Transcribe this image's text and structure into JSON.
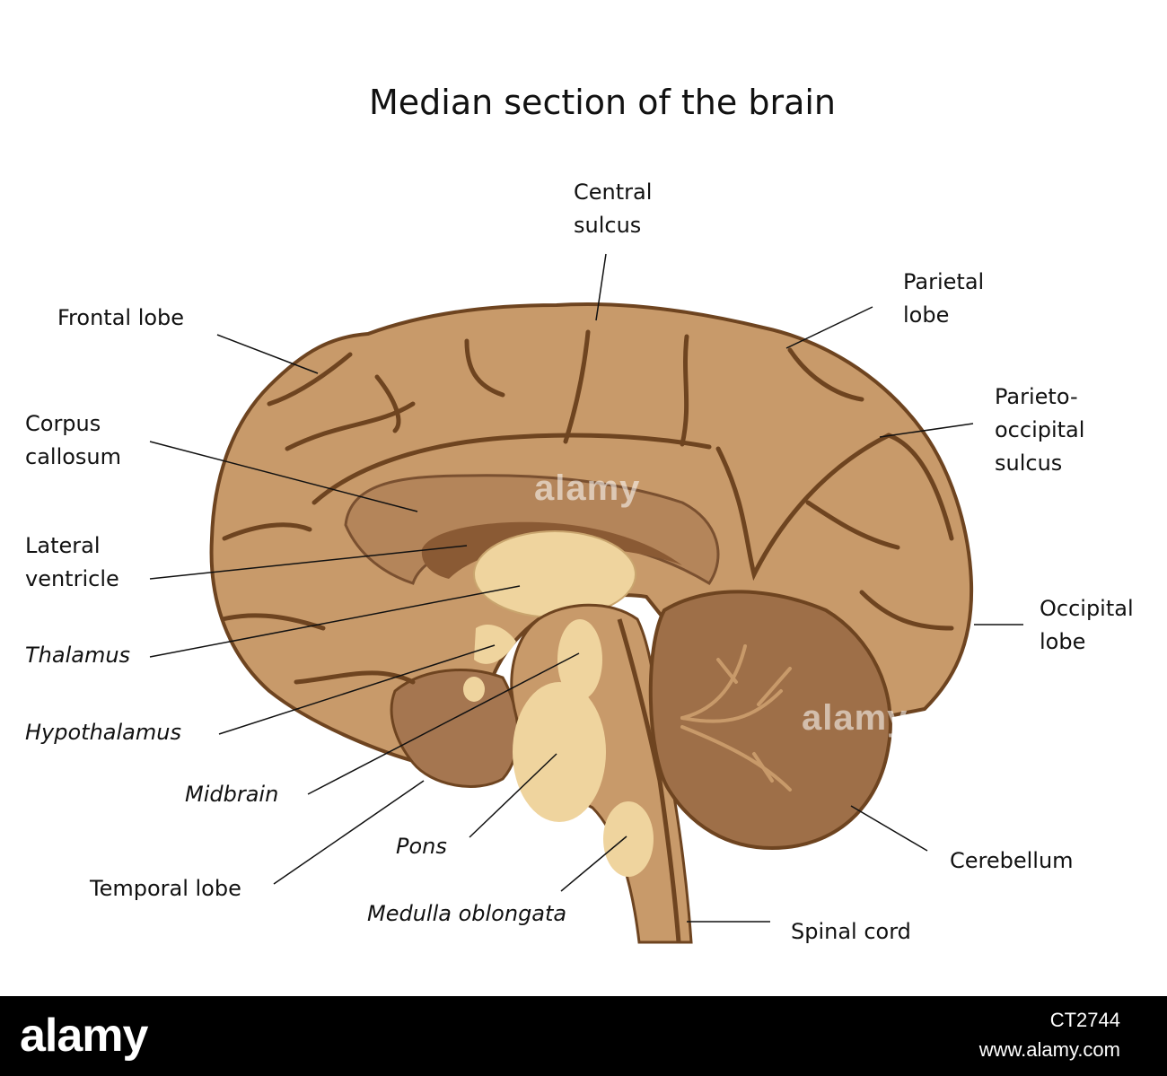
{
  "title": "Median section of the brain",
  "colors": {
    "cortex": "#c89a6a",
    "outline": "#6e4420",
    "dark_brown": "#9a6a42",
    "deep": "#7a5030",
    "cerebellum": "#9e6f48",
    "pale": "#efd49e",
    "footer_bg": "#000000"
  },
  "labels": {
    "central_sulcus": [
      "Central",
      "sulcus"
    ],
    "parietal_lobe": [
      "Parietal",
      "lobe"
    ],
    "frontal_lobe": "Frontal lobe",
    "parieto_occipital_sulcus": [
      "Parieto-",
      "occipital",
      "sulcus"
    ],
    "corpus_callosum": [
      "Corpus",
      "callosum"
    ],
    "lateral_ventricle": [
      "Lateral",
      "ventricle"
    ],
    "occipital_lobe": [
      "Occipital",
      "lobe"
    ],
    "thalamus": "Thalamus",
    "hypothalamus": "Hypothalamus",
    "midbrain": "Midbrain",
    "cerebellum": "Cerebellum",
    "pons": "Pons",
    "temporal_lobe": "Temporal lobe",
    "medulla_oblongata": "Medulla oblongata",
    "spinal_cord": "Spinal cord"
  },
  "watermark": "alamy",
  "footer": {
    "logo": "alamy",
    "image_id": "CT2744",
    "url": "www.alamy.com"
  }
}
